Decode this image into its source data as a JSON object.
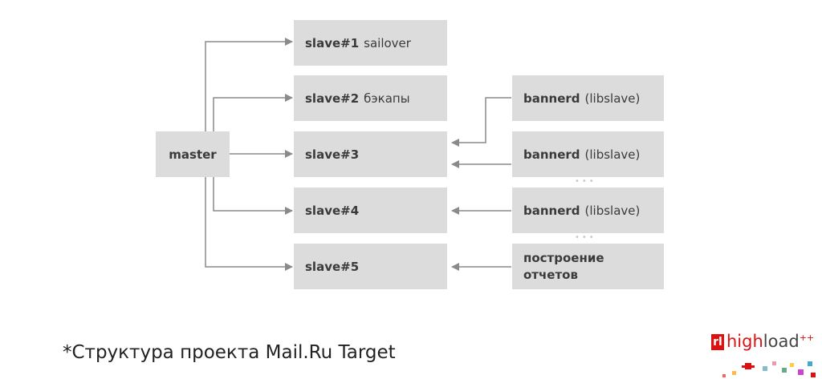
{
  "nodes": {
    "master": "master",
    "slave1": {
      "bold": "slave#1",
      "light": "sailover"
    },
    "slave2": {
      "bold": "slave#2",
      "light": "бэкапы"
    },
    "slave3": {
      "bold": "slave#3"
    },
    "slave4": {
      "bold": "slave#4"
    },
    "slave5": {
      "bold": "slave#5"
    },
    "bannerd1": {
      "bold": "bannerd",
      "light": "(libslave)"
    },
    "bannerd2": {
      "bold": "bannerd",
      "light": "(libslave)"
    },
    "bannerd3": {
      "bold": "bannerd",
      "light": "(libslave)"
    },
    "reports": {
      "line1": "построение",
      "line2": "отчетов"
    }
  },
  "ellipsis": "•••",
  "caption": "*Структура проекта Mail.Ru Target",
  "logo": {
    "mark": "rl",
    "text_red": "high",
    "text_dark": "load",
    "sup": "++"
  },
  "colors": {
    "box": "#dcdcdc",
    "line": "#8a8a8a"
  }
}
